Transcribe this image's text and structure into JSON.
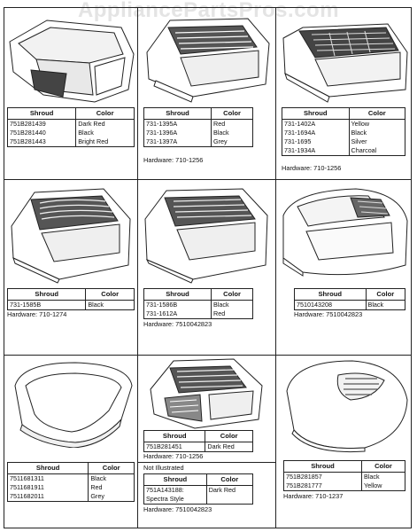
{
  "watermark": "AppliancePartsPros.com",
  "header_shroud": "Shroud",
  "header_color": "Color",
  "hardware_label": "Hardware:",
  "panels": [
    {
      "rows": [
        [
          "751B281439",
          "Dark Red"
        ],
        [
          "751B281440",
          "Black"
        ],
        [
          "751B281443",
          "Bright Red"
        ]
      ],
      "hardware": "",
      "note": ""
    },
    {
      "rows": [
        [
          "731-1395A",
          "Red"
        ],
        [
          "731-1396A",
          "Black"
        ],
        [
          "731-1397A",
          "Grey"
        ]
      ],
      "hardware": "710-1256",
      "note": ""
    },
    {
      "rows": [
        [
          "731-1402A",
          "Yellow"
        ],
        [
          "731-1694A",
          "Black"
        ],
        [
          "731-1695",
          "Silver"
        ],
        [
          "731-1934A",
          "Charcoal"
        ]
      ],
      "hardware": "710-1256",
      "note": ""
    },
    {
      "rows": [
        [
          "731-1585B",
          "Black"
        ]
      ],
      "hardware": "710-1274",
      "note": ""
    },
    {
      "rows": [
        [
          "731-1586B",
          "Black"
        ],
        [
          "731-1612A",
          "Red"
        ]
      ],
      "hardware": "7510042823",
      "note": ""
    },
    {
      "rows": [
        [
          "7510143208",
          "Black"
        ]
      ],
      "hardware": "7510042823",
      "note": ""
    },
    {
      "rows": [
        [
          "7511681311",
          "Black"
        ],
        [
          "7511681911",
          "Red"
        ],
        [
          "7511682011",
          "Grey"
        ]
      ],
      "hardware": "",
      "note": ""
    },
    {
      "rows": [
        [
          "751B281451",
          "Dark Red"
        ]
      ],
      "hardware": "710-1256",
      "note": ""
    },
    {
      "rows": [
        [
          "751B281857",
          "Black"
        ],
        [
          "751B281777",
          "Yellow"
        ]
      ],
      "hardware": "710-1237",
      "note": ""
    }
  ],
  "extra": {
    "note": "Not Illustrated",
    "rows": [
      [
        "751A143188:",
        "Dark Red"
      ],
      [
        "Spectra Style",
        ""
      ]
    ],
    "hardware": "7510042823"
  }
}
